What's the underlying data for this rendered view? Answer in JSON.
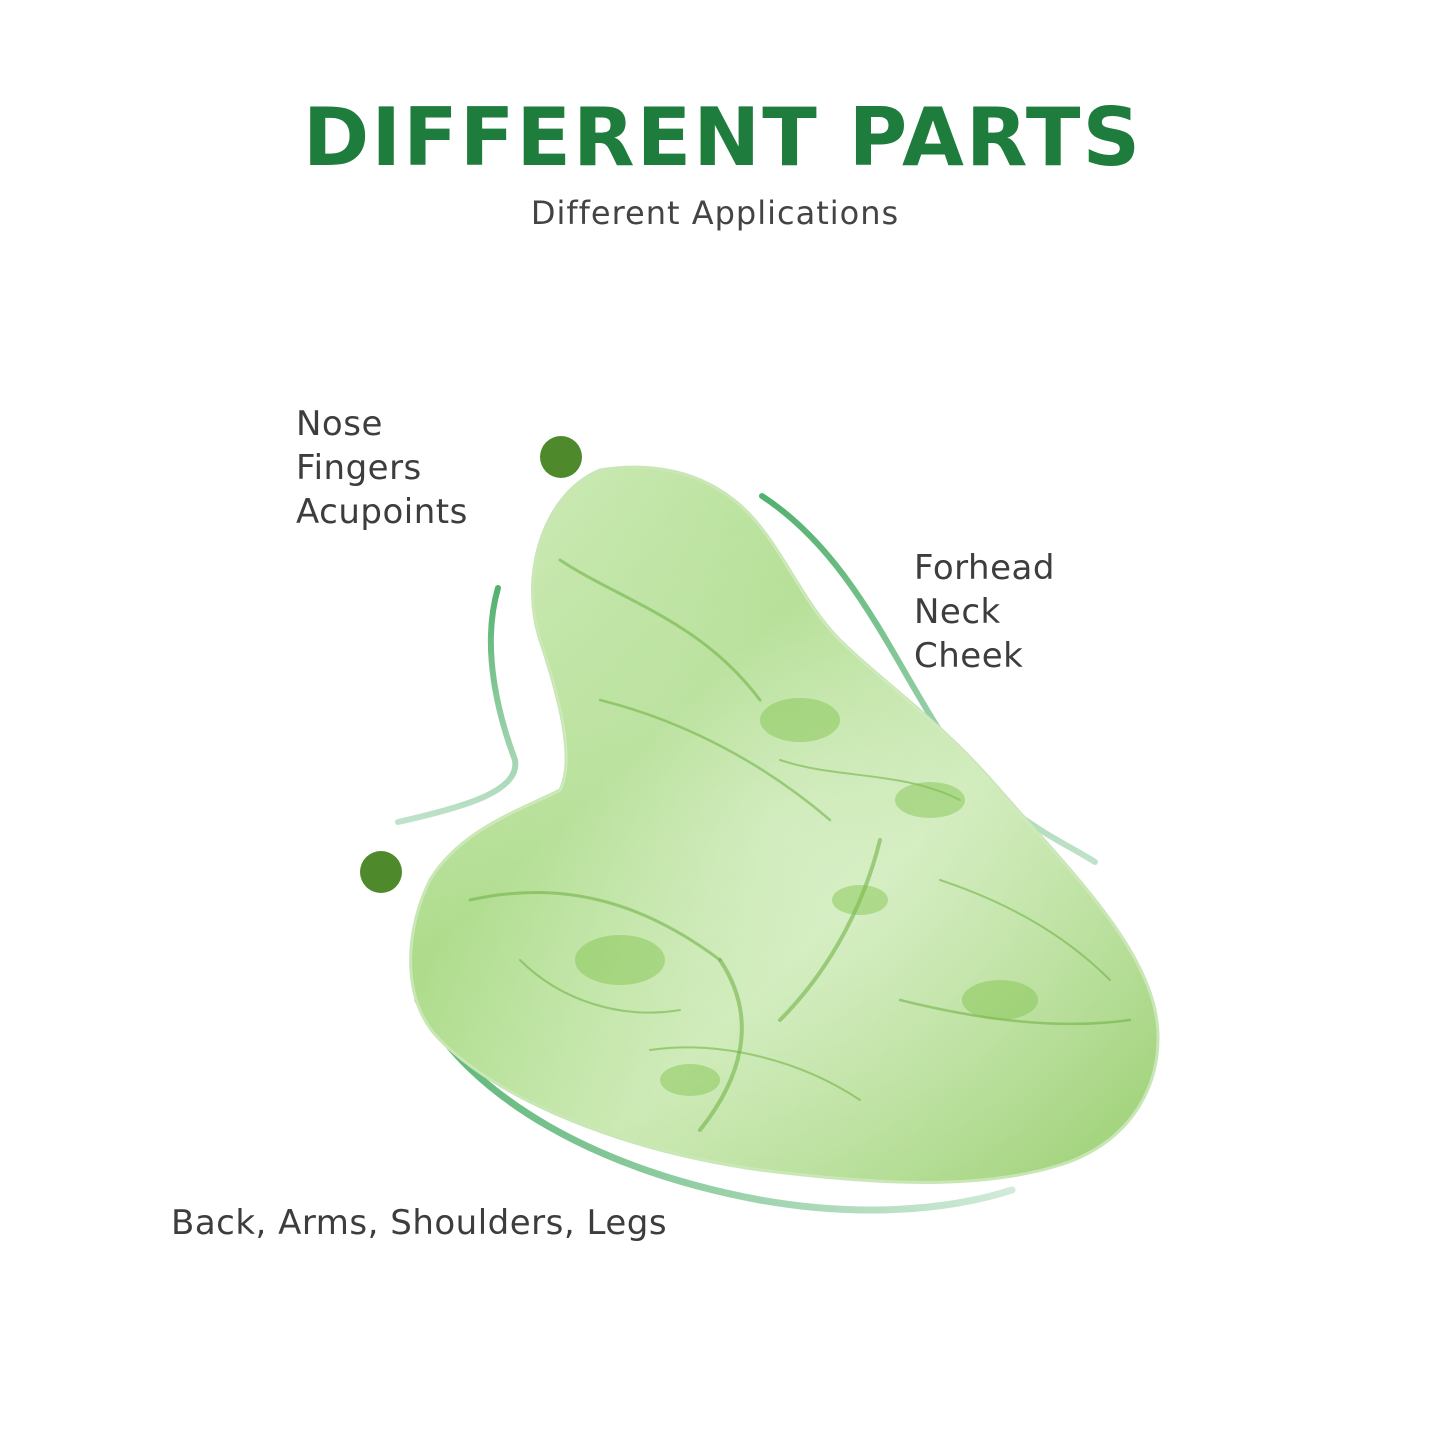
{
  "header": {
    "title": "DIFFERENT PARTS",
    "subtitle": "Different Applications"
  },
  "labels": {
    "nose_group": [
      "Nose",
      "Fingers",
      "Acupoints"
    ],
    "forehead_group": [
      "Forhead",
      "Neck",
      "Cheek"
    ],
    "back_group": "Back, Arms, Shoulders, Legs"
  },
  "colors": {
    "title": "#1e7d3c",
    "dot": "#4e8a2c",
    "stone": "#8fcf63",
    "accent_line": "#5cb876",
    "text": "#3d3d3d"
  }
}
